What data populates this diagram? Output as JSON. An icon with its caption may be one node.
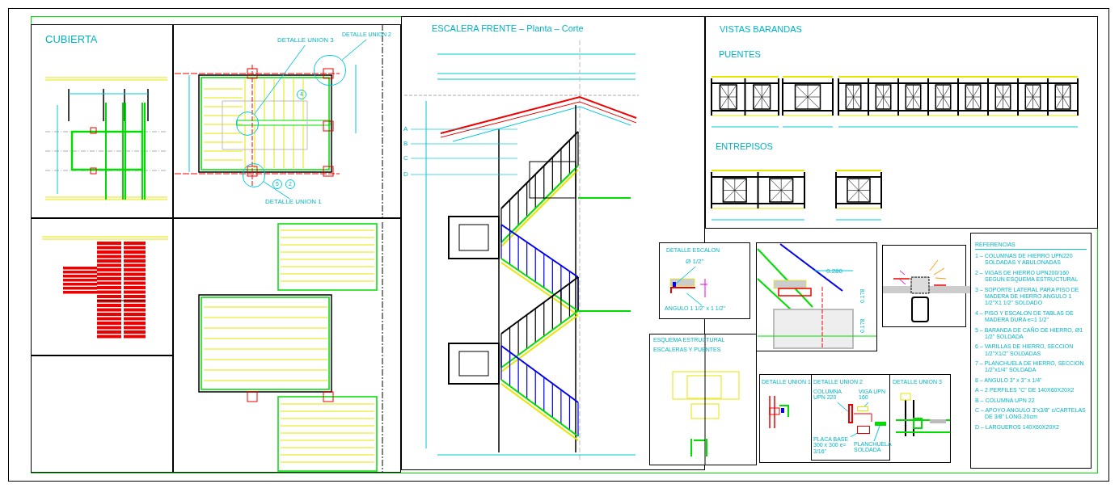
{
  "diagram": {
    "nodes": [
      {
        "text": [
          "DETALLE UNION 3"
        ]
      },
      {
        "text": [
          "DETALLE UNION 2"
        ]
      },
      {
        "text": [
          "DETALLE UNION 1"
        ]
      },
      {
        "text": [],
        "shape": "circle"
      },
      {
        "text": [],
        "shape": "circle"
      },
      {
        "text": [],
        "shape": "circle"
      },
      {
        "text": [
          "Ø 1/2\""
        ]
      },
      {
        "text": [
          "ANGULO 1 1/2\" x 1 1/2\""
        ]
      },
      {
        "text": [
          "COLUMNA UPN 220"
        ]
      },
      {
        "text": [
          "VIGA UPN 160"
        ]
      },
      {
        "text": [
          "PLACA BASE 300 x 300 e= 3/16\""
        ]
      },
      {
        "text": [
          "PLANCHUELA SOLDADA"
        ]
      },
      {
        "text": [],
        "shape": "bar"
      },
      {
        "text": [],
        "shape": "bar"
      },
      {
        "text": [],
        "shape": "bar"
      },
      {
        "text": [],
        "shape": "bar"
      },
      {
        "text": [],
        "shape": "box"
      },
      {
        "text": [],
        "shape": "bar"
      }
    ],
    "edges": [
      {
        "from": 0,
        "to": 3,
        "arrow": "none"
      },
      {
        "from": 1,
        "to": 4,
        "arrow": "none"
      },
      {
        "from": 2,
        "to": 5,
        "arrow": "none"
      },
      {
        "from": 6,
        "to": 12,
        "arrow": "none"
      },
      {
        "from": 7,
        "to": 13,
        "arrow": "none"
      },
      {
        "from": 8,
        "to": 14,
        "arrow": "none"
      },
      {
        "from": 9,
        "to": 15,
        "arrow": "none"
      },
      {
        "from": 10,
        "to": 16,
        "arrow": "none"
      },
      {
        "from": 11,
        "to": 17,
        "arrow": "none"
      }
    ],
    "labels": [
      "CUBIERTA",
      "ESCALERA FRENTE – Planta – Corte",
      "VISTAS BARANDAS",
      "PUENTES",
      "ENTREPISOS",
      "DETALLE ESCALON",
      "ESQUEMA ESTRUCTURAL",
      "ESCALERAS Y PUENTES",
      "DETALLE UNION 1",
      "DETALLE UNION 2",
      "DETALLE UNION 3",
      "REFERENCIAS",
      "1 – COLUMNAS DE HIERRO UPN220 SOLDADAS Y ABULONADAS",
      "2 – VIGAS DE HIERRO UPN200/160 SEGUN ESQUEMA ESTRUCTURAL",
      "3 – SOPORTE LATERAL PARA PISO DE MADERA DE HIERRO ANGULO 1 1/2\"X1 1/2\" SOLDADO",
      "4 – PISO Y ESCALON DE TABLAS DE MADERA DURA e=1 1/2\"",
      "5 – BARANDA DE CAÑO DE HIERRO, Ø1 1/2\" SOLDADA",
      "6 – VARILLAS DE HIERRO, SECCION 1/2\"X1/2\" SOLDADAS",
      "7 – PLANCHUELA DE HIERRO, SECCION 1/2\"x1/4\" SOLDADA",
      "8 – ANGULO 3\" x 3\" x 1/4\"",
      "A – 2 PERFILES \"C\" DE 140X60X20X2",
      "B – COLUMNA UPN 22",
      "C – APOYO ANGULO 3\"x3/8\" c/CARTELAS DE 3/8\" LONG.20cm",
      "D – LARGUEROS 140X60X20X2",
      "A",
      "B",
      "C",
      "D",
      "4",
      "5",
      "2",
      "0.280",
      "0.178",
      "0.178"
    ]
  }
}
